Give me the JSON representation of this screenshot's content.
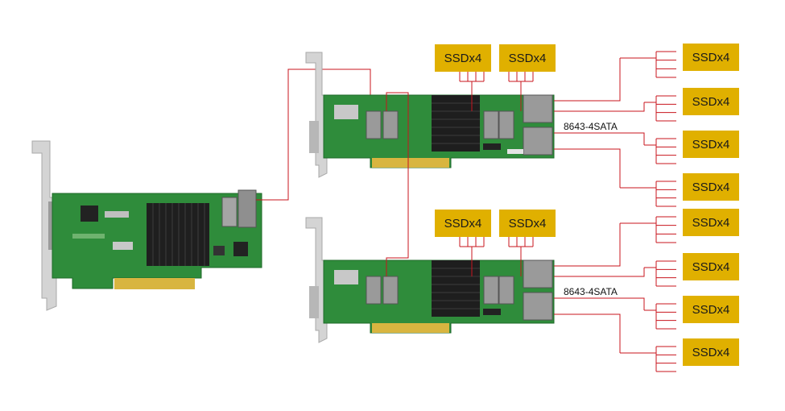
{
  "colors": {
    "ssd_box": "#e0b000",
    "wire": "#c8141e",
    "pcb": "#2e8b3a",
    "heatsink": "#1e1e1e",
    "bracket": "#d6d6d6"
  },
  "ssd_label": "SSDx4",
  "cable_label": "8643-4SATA",
  "expanders": [
    {
      "top_ssd": [
        "SSDx4",
        "SSDx4"
      ],
      "side_ssd": [
        "SSDx4",
        "SSDx4",
        "SSDx4",
        "SSDx4"
      ],
      "cable_label": "8643-4SATA"
    },
    {
      "top_ssd": [
        "SSDx4",
        "SSDx4"
      ],
      "side_ssd": [
        "SSDx4",
        "SSDx4",
        "SSDx4",
        "SSDx4"
      ],
      "cable_label": "8643-4SATA"
    }
  ]
}
